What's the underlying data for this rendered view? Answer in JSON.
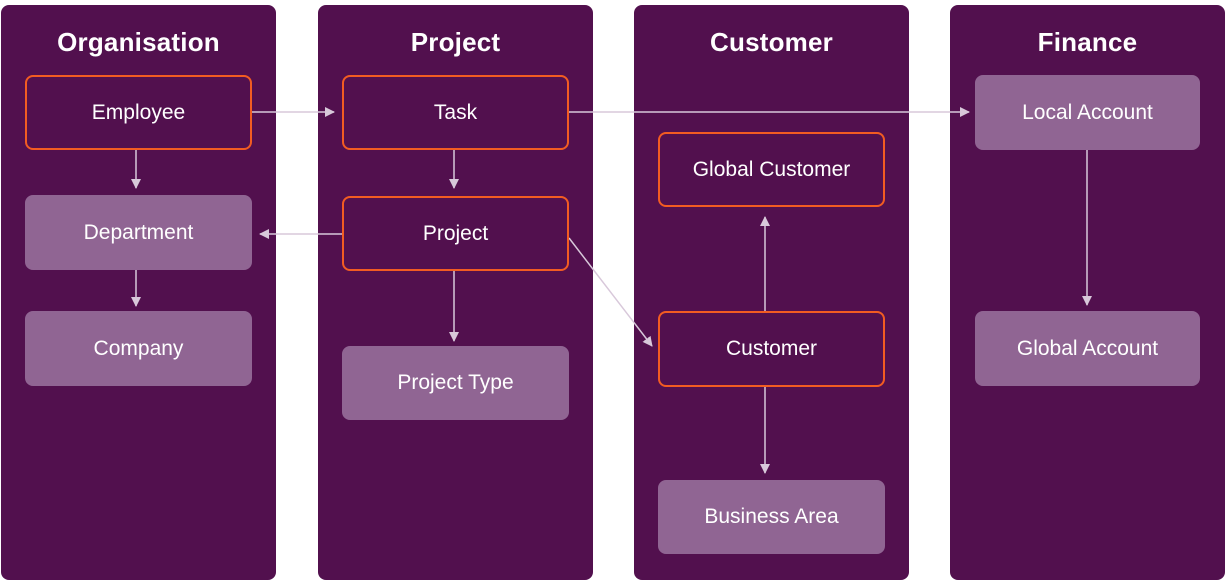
{
  "columns": {
    "organisation": {
      "title": "Organisation",
      "employee": "Employee",
      "department": "Department",
      "company": "Company"
    },
    "project": {
      "title": "Project",
      "task": "Task",
      "project": "Project",
      "project_type": "Project Type"
    },
    "customer": {
      "title": "Customer",
      "global_customer": "Global Customer",
      "customer": "Customer",
      "business_area": "Business Area"
    },
    "finance": {
      "title": "Finance",
      "local_account": "Local Account",
      "global_account": "Global Account"
    }
  },
  "colors": {
    "column_bg": "#52104e",
    "outlined_border": "#f25c22",
    "filled_node": "#906593",
    "connector": "#d8c8da",
    "text": "#ffffff"
  }
}
